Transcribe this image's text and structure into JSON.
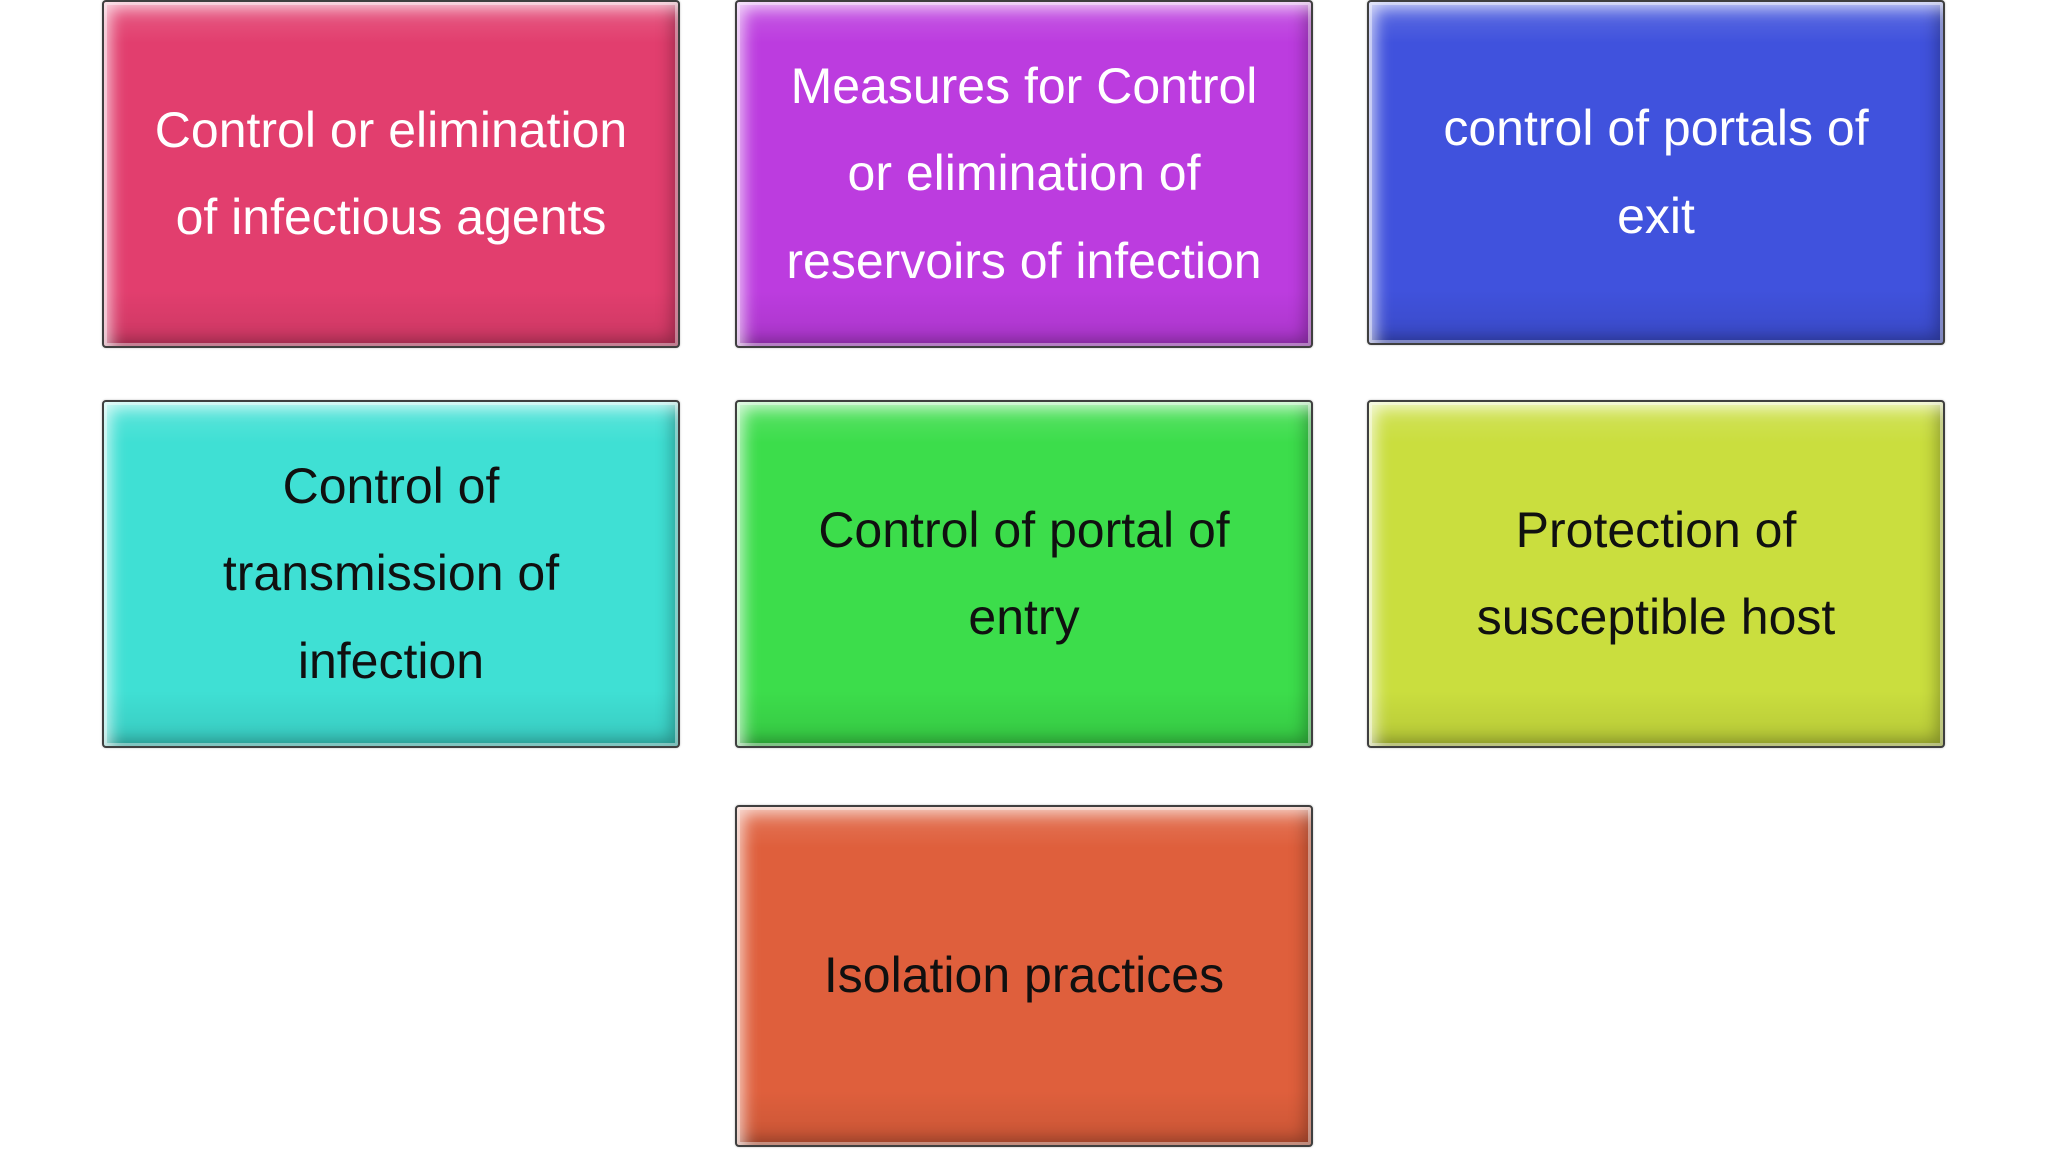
{
  "page": {
    "background": "#ffffff",
    "description": "Diagram of seven colored beveled rectangles listing infection-control measures"
  },
  "diagram": {
    "boxes": [
      {
        "id": "control-or-elimination-of-infectious-agents",
        "text": "Control or elimination of infectious agents",
        "lines": [
          "Control or elimination",
          "of infectious agents"
        ],
        "bg": "#e23e6e",
        "text_color": "#ffffff"
      },
      {
        "id": "measures-for-control-or-elimination-of-reservoirs-of-infection",
        "text": "Measures for Control or elimination of reservoirs of infection",
        "lines": [
          "Measures for Control",
          "or elimination of",
          "reservoirs of infection"
        ],
        "bg": "#bc3cdf",
        "text_color": "#ffffff"
      },
      {
        "id": "control-of-portals-of-exit",
        "text": "control of portals of exit",
        "lines": [
          "control of portals of",
          "exit"
        ],
        "bg": "#4052dd",
        "text_color": "#ffffff"
      },
      {
        "id": "control-of-transmission-of-infection",
        "text": "Control of transmission of infection",
        "lines": [
          "Control of",
          "transmission of",
          "infection"
        ],
        "bg": "#3fe0d4",
        "text_color": "#101010"
      },
      {
        "id": "control-of-portal-of-entry",
        "text": "Control of portal of entry",
        "lines": [
          "Control of portal of",
          "entry"
        ],
        "bg": "#3cdd4b",
        "text_color": "#101010"
      },
      {
        "id": "protection-of-susceptible-host",
        "text": "Protection of susceptible host",
        "lines": [
          "Protection of",
          "susceptible host"
        ],
        "bg": "#cade3e",
        "text_color": "#101010"
      },
      {
        "id": "isolation-practices",
        "text": "Isolation practices",
        "lines": [
          "Isolation practices"
        ],
        "bg": "#df5f3c",
        "text_color": "#101010"
      }
    ],
    "style": {
      "border_color": "#3f3f3f"
    }
  }
}
